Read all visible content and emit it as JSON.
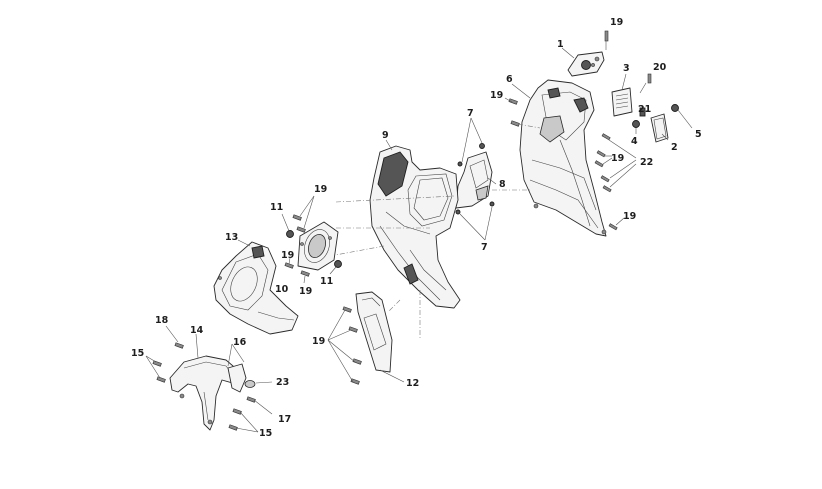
{
  "diagram": {
    "callouts": [
      "1",
      "2",
      "3",
      "4",
      "5",
      "6",
      "7",
      "7",
      "8",
      "9",
      "10",
      "11",
      "11",
      "12",
      "13",
      "14",
      "15",
      "15",
      "16",
      "17",
      "18",
      "19",
      "19",
      "19",
      "19",
      "19",
      "19",
      "19",
      "20",
      "21",
      "22",
      "23"
    ]
  }
}
